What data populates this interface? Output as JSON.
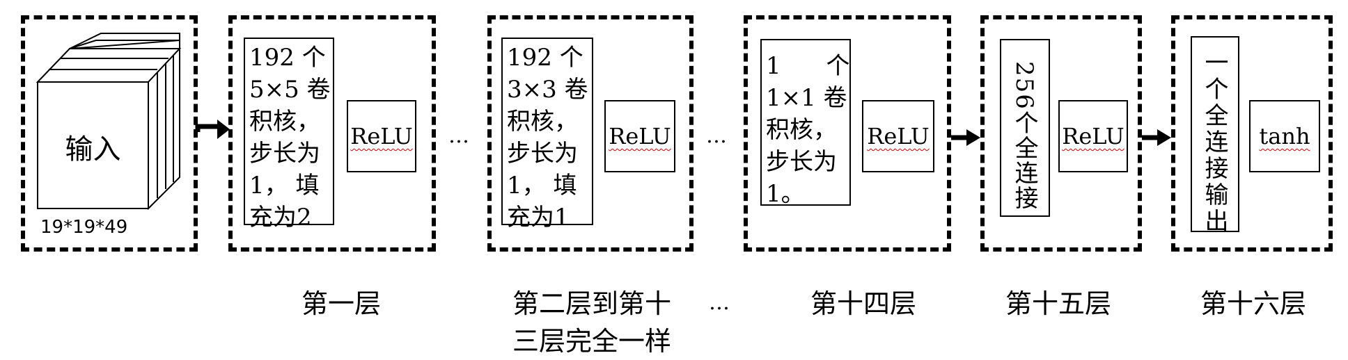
{
  "input": {
    "label": "输入",
    "dims": "19*19*49"
  },
  "layer1": {
    "kernel_lines": [
      "192  个",
      "5×5 卷",
      "积核，",
      "步长为",
      "1，  填",
      "充为2"
    ],
    "activation": "ReLU",
    "caption": "第一层"
  },
  "ellipsis_a": "…",
  "layer2_13": {
    "kernel_lines": [
      "192  个",
      "3×3 卷",
      "积核，",
      "步长为",
      "1，  填",
      "充为1"
    ],
    "activation": "ReLU",
    "caption_lines": [
      "第二层到第十",
      "三层完全一样"
    ]
  },
  "ellipsis_b": "…",
  "ellipsis_caption": "…",
  "layer14": {
    "kernel_lines": [
      "1      个",
      "1×1 卷",
      "积核，",
      "步长为",
      "1。"
    ],
    "activation": "ReLU",
    "caption": "第十四层"
  },
  "layer15": {
    "fc_text": "256个全连接",
    "activation": "ReLU",
    "caption": "第十五层"
  },
  "layer16": {
    "fc_text": "一个全连接输出",
    "activation": "tanh",
    "caption": "第十六层"
  }
}
